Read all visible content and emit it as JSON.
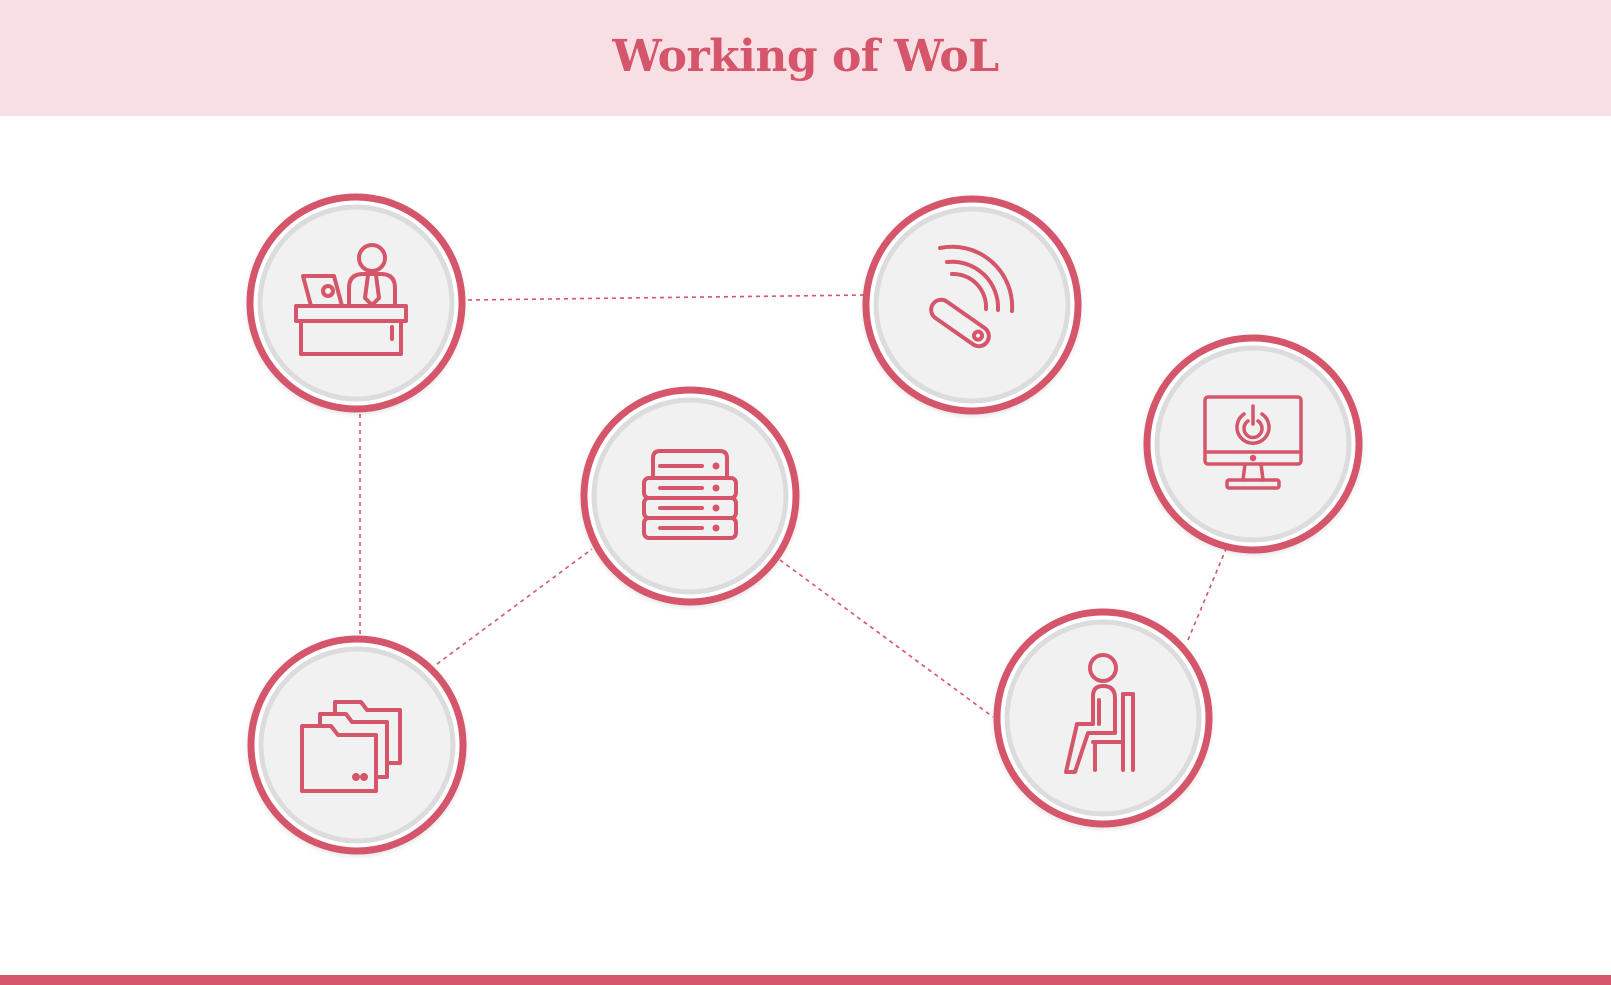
{
  "title": "Working of WoL",
  "colors": {
    "accent": "#d5566a",
    "header_bg": "#f8dfe3",
    "node_fill": "#f1f1f1",
    "node_inner_ring": "#dcdcdc",
    "background": "#ffffff"
  },
  "nodes": [
    {
      "id": "office-worker",
      "icon": "office-desk-worker-icon"
    },
    {
      "id": "wireless-signal",
      "icon": "wireless-signal-device-icon"
    },
    {
      "id": "server",
      "icon": "server-rack-icon"
    },
    {
      "id": "computer",
      "icon": "monitor-power-icon"
    },
    {
      "id": "files",
      "icon": "folders-icon"
    },
    {
      "id": "person-chair",
      "icon": "person-sitting-icon"
    }
  ],
  "connections": [
    {
      "from": "office-worker",
      "to": "wireless-signal",
      "style": "dashed"
    },
    {
      "from": "office-worker",
      "to": "files",
      "style": "dashed"
    },
    {
      "from": "files",
      "to": "server",
      "style": "dashed"
    },
    {
      "from": "server",
      "to": "person-chair",
      "style": "dashed"
    },
    {
      "from": "person-chair",
      "to": "computer",
      "style": "dashed"
    }
  ]
}
